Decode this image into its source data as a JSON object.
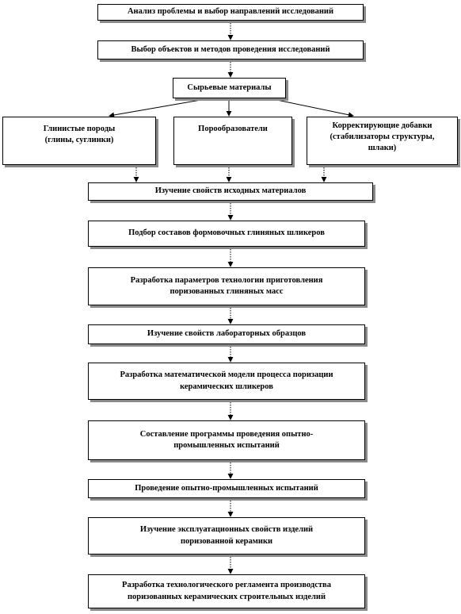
{
  "diagram": {
    "steps": {
      "analysis": "Анализ проблемы и выбор направлений исследований",
      "selection": "Выбор объектов и методов проведения исследований",
      "raw_materials": "Сырьевые материалы",
      "clay_rocks": "Глинистые породы\n(глины, суглинки)",
      "pore_formers": "Порообразователи",
      "additives": "Корректирующие добавки\n(стабилизаторы структуры,\nшлаки)",
      "study_initial": "Изучение свойств исходных  материалов",
      "composition": "Подбор составов формовочных глиняных  шликеров",
      "technology": "Разработка параметров технологии  приготовления\nпоризованных глиняных  масс",
      "study_samples": "Изучение свойств лабораторных  образцов",
      "math_model": "Разработка математической модели процесса поризации\nкерамических шликеров",
      "program": "Составление  программы проведения опытно-\nпромышленных испытаний",
      "trials": "Проведение опытно-промышленных  испытаний",
      "operational": "Изучение эксплуатационных  свойств изделий\nпоризованной керамики",
      "regulation": "Разработка технологического  регламента производства\nпоризованных керамических  строительных  изделий"
    }
  }
}
